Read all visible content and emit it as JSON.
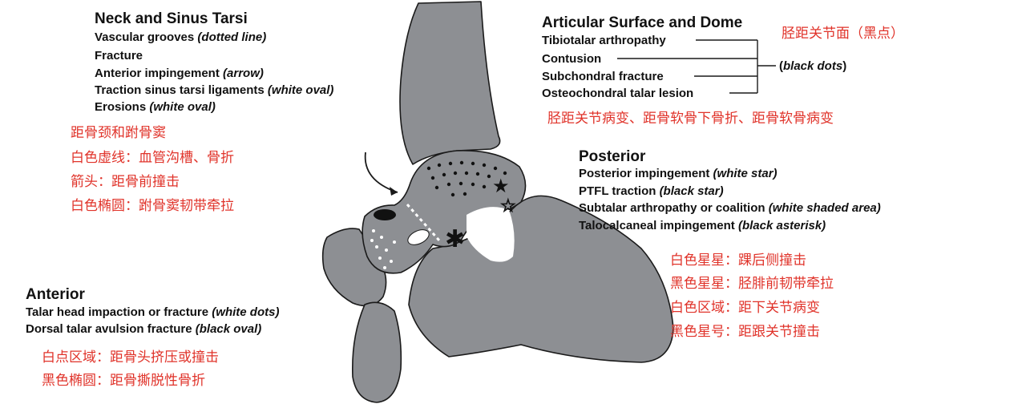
{
  "neck": {
    "title": "Neck and Sinus Tarsi",
    "items": [
      {
        "text": "Vascular grooves ",
        "note": "(dotted line)",
        "tail": ""
      },
      {
        "text": "Fracture",
        "note": "",
        "tail": ""
      },
      {
        "text": "Anterior impingement ",
        "note": "(arrow)",
        "tail": ""
      },
      {
        "text": "Traction sinus tarsi ligaments ",
        "note": "(white oval)",
        "tail": ""
      },
      {
        "text": "Erosions ",
        "note": "(white oval)",
        "tail": ""
      }
    ],
    "cn": [
      "距骨颈和跗骨窦",
      "白色虚线：血管沟槽、骨折",
      "箭头：距骨前撞击",
      "白色椭圆：跗骨窦韧带牵拉"
    ]
  },
  "articular": {
    "title": "Articular Surface and Dome",
    "items": [
      "Tibiotalar arthropathy",
      "Contusion",
      "Subchondral fracture",
      "Osteochondral talar lesion"
    ],
    "bracket_label": "black dots",
    "cn_title": "胫距关节面（黑点）",
    "cn": "胫距关节病变、距骨软骨下骨折、距骨软骨病变"
  },
  "posterior": {
    "title": "Posterior",
    "items": [
      {
        "text": "Posterior impingement ",
        "note": "(white star)",
        "tail": ""
      },
      {
        "text": "PTFL traction ",
        "note": "(black star)",
        "tail": ""
      },
      {
        "text": "Subtalar arthropathy or coalition ",
        "note": "(white shaded area)",
        "tail": ""
      },
      {
        "text": "Talocalcaneal impingement ",
        "note": "(black asterisk)",
        "tail": ""
      }
    ],
    "cn": [
      "白色星星：踝后侧撞击",
      "黑色星星：胫腓前韧带牵拉",
      "白色区域：距下关节病变",
      "黑色星号：距跟关节撞击"
    ]
  },
  "anterior": {
    "title": "Anterior",
    "items": [
      {
        "text": "Talar head impaction or fracture ",
        "note": "(white dots)",
        "tail": ""
      },
      {
        "text": "Dorsal talar avulsion fracture ",
        "note": "(black oval)",
        "tail": ""
      }
    ],
    "cn": [
      "白点区域：距骨头挤压或撞击",
      "黑色椭圆：距骨撕脱性骨折"
    ]
  },
  "colors": {
    "bone": "#8d8f93",
    "outline": "#1a1a1a",
    "annotation_red": "#e0332a",
    "white": "#ffffff"
  },
  "icons": [
    "black-star-icon",
    "white-star-icon",
    "black-asterisk-icon",
    "arrow-icon"
  ]
}
